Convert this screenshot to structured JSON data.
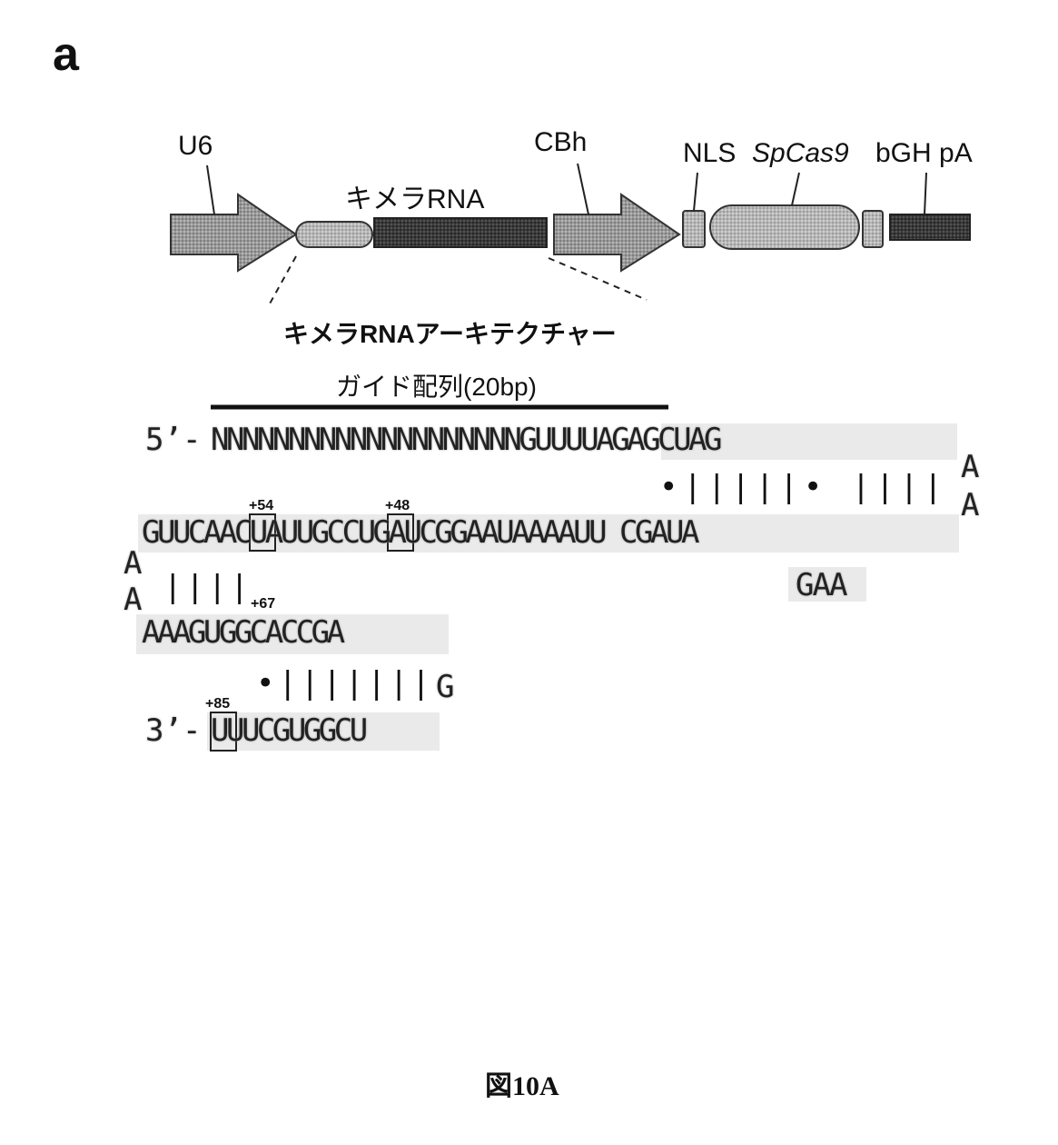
{
  "panel_label": "a",
  "construct": {
    "u6": "U6",
    "chimeric_rna": "キメラRNA",
    "cbh": "CBh",
    "nls": "NLS",
    "spcas9": "SpCas9",
    "bgh_pa": "bGH pA",
    "architecture_title": "キメラRNAアーキテクチャー"
  },
  "guide": {
    "label": "ガイド配列(20bp)"
  },
  "sequence": {
    "line1_prefix": "5’-",
    "line1": "NNNNNNNNNNNNNNNNNNNNGUUUUAGAGCUAG",
    "loop_a1": "A",
    "loop_a2": "A",
    "pairs1": "•|||||•  ||||",
    "line2": "GUUCAACUAUUGCCUGAUCGGAAUAAAAUU  CGAUA",
    "bulge": "GAA",
    "pos_54": "+54",
    "pos_48": "+48",
    "left_a1": "A",
    "left_a2": "A",
    "pairs2": "||||",
    "pos_67": "+67",
    "line3": "AAAGUGGCACCGA",
    "pairs3": "•|||||||",
    "hairpin_g": "G",
    "pos_85": "+85",
    "line4_prefix": "3’-",
    "line4": "UUUCGUGGCU"
  },
  "figure_caption": "図10A"
}
